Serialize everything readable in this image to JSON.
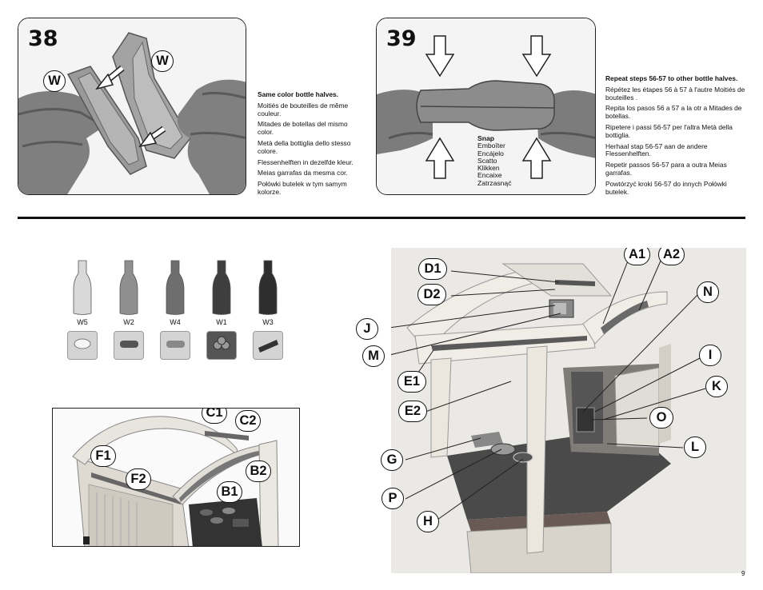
{
  "step38": {
    "number": "38",
    "part_labels": [
      "W",
      "W"
    ],
    "text_bold": "Same color bottle halves.",
    "text_lines": [
      "Moitiés de bouteilles de même couleur.",
      "Mitades de botellas del mismo color.",
      "Metà della bottiglia dello stesso colore.",
      "Flessenhelften in dezelfde kleur.",
      "Meias garrafas da mesma cor.",
      "Połówki butelek w tym samym kolorze."
    ]
  },
  "step39": {
    "number": "39",
    "snap_bold": "Snap",
    "snap_lines": [
      "Emboîter",
      "Encájelo",
      "Scatto",
      "Klikken",
      "Encaixe",
      "Zatrzasnąć"
    ],
    "text_bold": "Repeat steps 56-57 to other bottle halves.",
    "text_lines": [
      "Répétez les étapes 56 à 57 à l'autre Moitiés de bouteilles .",
      "Repita los pasos 56 a 57 a la otr a Mitades de botellas.",
      "Ripetere i passi 56-57 per l'altra Metà della bottiglia.",
      "Herhaal stap 56-57 aan de andere Flessenhelften.",
      "Repetir passos 56-57 para a outra Meias garrafas.",
      "Powtórzyć kroki 56-57 do innych Połówki butelek."
    ]
  },
  "bottles": [
    {
      "label": "W5",
      "color": "#d9d9d9"
    },
    {
      "label": "W2",
      "color": "#8f8f8f"
    },
    {
      "label": "W4",
      "color": "#6e6e6e"
    },
    {
      "label": "W1",
      "color": "#3e3e3e"
    },
    {
      "label": "W3",
      "color": "#2e2e2e"
    }
  ],
  "overview_labels": [
    "C1",
    "C2",
    "F1",
    "F2",
    "B2",
    "B1"
  ],
  "main_labels": [
    "A1",
    "A2",
    "D1",
    "D2",
    "N",
    "J",
    "M",
    "I",
    "E1",
    "K",
    "E2",
    "O",
    "G",
    "L",
    "P",
    "H"
  ],
  "page_number": "9"
}
